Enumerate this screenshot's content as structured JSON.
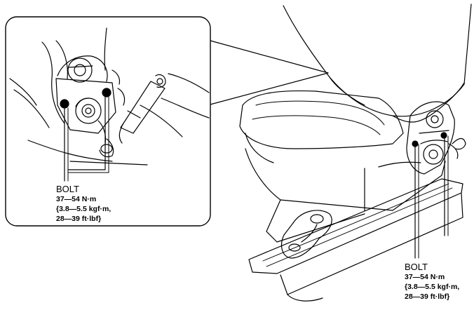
{
  "callouts": [
    {
      "name": "BOLT",
      "torque_nm": "37—54 N·m",
      "torque_kgf": "{3.8—5.5 kgf·m,",
      "torque_ftlbf": "28—39 ft·lbf}"
    },
    {
      "name": "BOLT",
      "torque_nm": "37—54 N·m",
      "torque_kgf": "{3.8—5.5 kgf·m,",
      "torque_ftlbf": "28—39 ft·lbf}"
    }
  ]
}
